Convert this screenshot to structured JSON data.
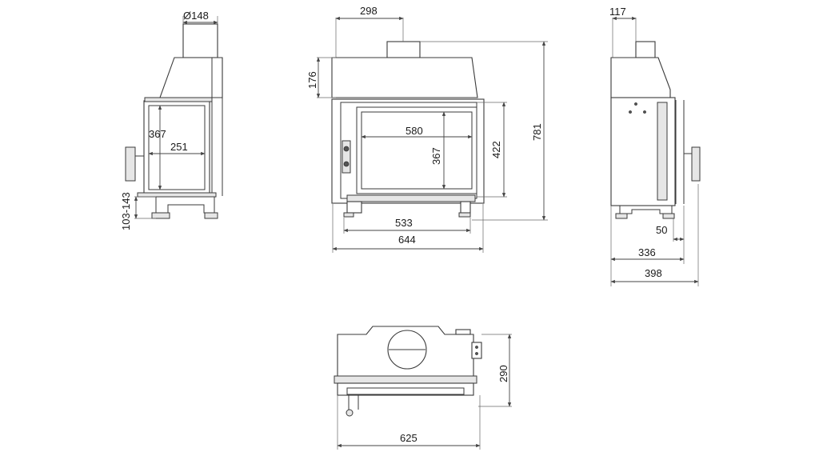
{
  "views": {
    "left_side": {
      "flue_diameter": "Ø148",
      "door_height": "367",
      "door_depth": "251",
      "leg_height_range": "103-143"
    },
    "front": {
      "flue_offset": "298",
      "top_height": "176",
      "glass_width": "580",
      "glass_height": "367",
      "opening_height": "422",
      "total_height": "781",
      "base_width": "533",
      "total_width": "644"
    },
    "right_side": {
      "flue_offset": "117",
      "frame_depth": "50",
      "body_depth": "336",
      "total_depth": "398"
    },
    "top": {
      "depth": "290",
      "width": "625"
    }
  },
  "colors": {
    "line": "#3a3a3a",
    "dimension": "#444444",
    "background": "#ffffff"
  }
}
